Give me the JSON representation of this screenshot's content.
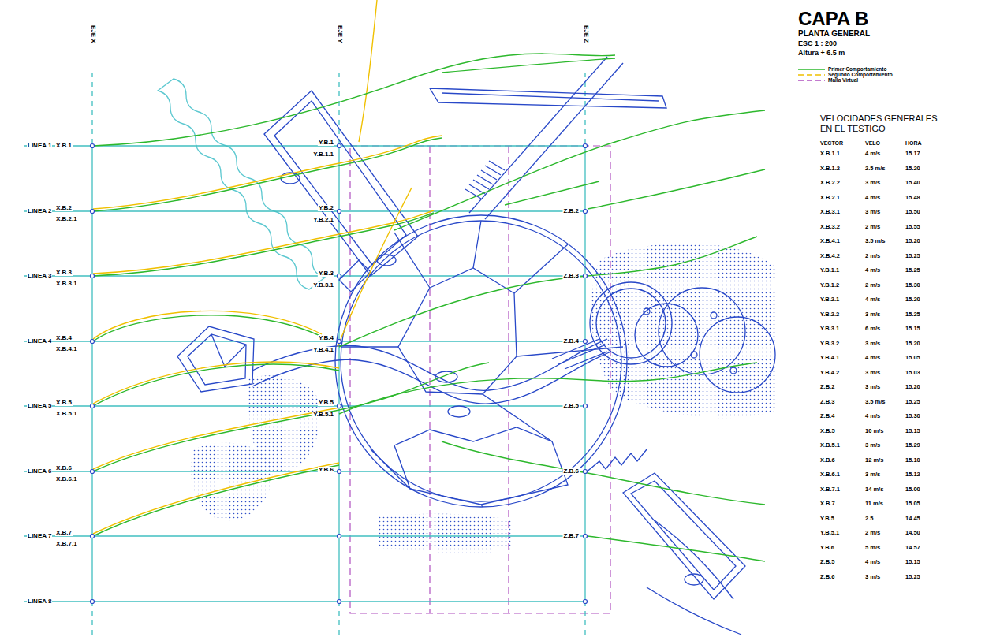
{
  "diagram": {
    "title": "CAPA B",
    "labels": [
      "EJE X",
      "EJE Y",
      "EJE Z",
      "PLANTA GENERAL",
      "ESC 1 : 200",
      "Altura + 6.5 m",
      "LINEA 1",
      "LINEA 2",
      "LINEA 3",
      "LINEA 4",
      "LINEA 5",
      "LINEA 6",
      "LINEA 7",
      "LINEA 8",
      "X.B.1",
      "X.B.2",
      "X.B.2.1",
      "X.B.3",
      "X.B.3.1",
      "X.B.4",
      "X.B.4.1",
      "X.B.5",
      "X.B.5.1",
      "X.B.6",
      "X.B.6.1",
      "X.B.7",
      "X.B.7.1",
      "Y.B.1",
      "Y.B.1.1",
      "Y.B.2",
      "Y.B.2.1",
      "Y.B.3",
      "Y.B.3.1",
      "Y.B.4",
      "Y.B.4.1",
      "Y.B.5",
      "Y.B.5.1",
      "Y.B.6",
      "Z.B.2",
      "Z.B.3",
      "Z.B.4",
      "Z.B.5",
      "Z.B.6",
      "Z.B.7",
      "VELOCIDADES GENERALES EN EL TESTIGO",
      "VECTOR",
      "VELO",
      "HORA",
      "X.B.1.1",
      "4 m/s",
      "15.17",
      "X.B.1.2",
      "2.5 m/s",
      "15.20",
      "X.B.2.2",
      "3 m/s",
      "15.40",
      "X.B.2.1",
      "4 m/s",
      "15.48",
      "X.B.3.1",
      "3 m/s",
      "15.50",
      "X.B.3.2",
      "2 m/s",
      "15.55",
      "X.B.4.1",
      "3.5 m/s",
      "15.20",
      "X.B.4.2",
      "2 m/s",
      "15.25",
      "Y.B.1.1",
      "4 m/s",
      "15.25",
      "Y.B.1.2",
      "2 m/s",
      "15.30",
      "Y.B.2.1",
      "4 m/s",
      "15.20",
      "Y.B.2.2",
      "3 m/s",
      "15.25",
      "Y.B.3.1",
      "6 m/s",
      "15.15",
      "Y.B.3.2",
      "3 m/s",
      "15.20",
      "Y.B.4.1",
      "4 m/s",
      "15.05",
      "Y.B.4.2",
      "3 m/s",
      "15.03",
      "Z.B.2",
      "3 m/s",
      "15.20",
      "Z.B.3",
      "3.5 m/s",
      "15.25",
      "Z.B.4",
      "4 m/s",
      "15.30",
      "X.B.5",
      "10 m/s",
      "15.15",
      "X.B.5.1",
      "3 m/s",
      "15.29",
      "X.B.6",
      "12 m/s",
      "15.10",
      "X.B.6.1",
      "3 m/s",
      "15.12",
      "X.B.7.1",
      "14 m/s",
      "15.00",
      "X.B.7",
      "11 m/s",
      "15.05",
      "Y.B.5",
      "2.5",
      "14.45",
      "Y.B.5.1",
      "2 m/s",
      "14.50",
      "Y.B.6",
      "5 m/s",
      "14.57",
      "Z.B.5",
      "4 m/s",
      "15.15",
      "Z.B.6",
      "3 m/s",
      "15.25"
    ],
    "legend": [
      {
        "text": "Primer Comportamiento"
      },
      {
        "text": "Segundo Comportamiento"
      },
      {
        "text": "Malla Virtual"
      }
    ]
  }
}
